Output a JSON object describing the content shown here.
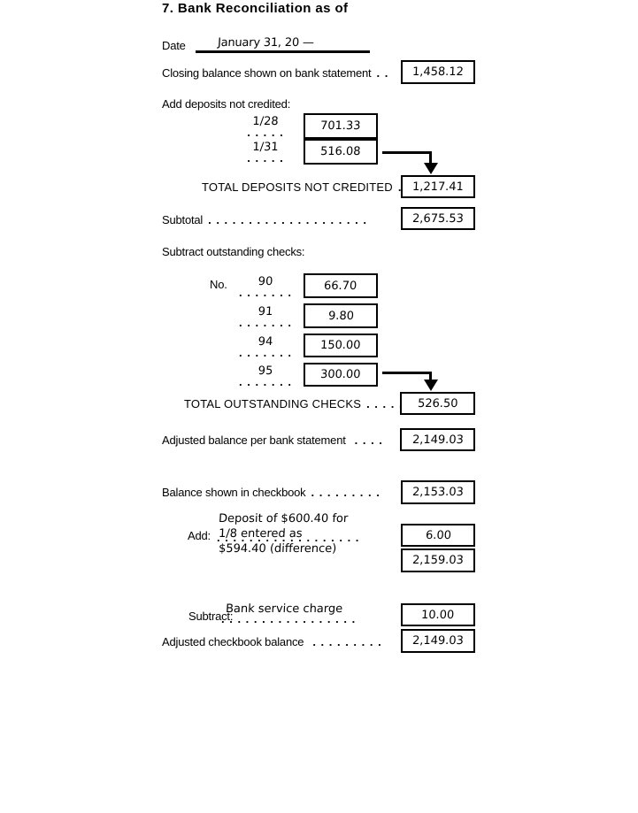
{
  "title": "7. Bank Reconciliation as of",
  "date": {
    "label": "Date",
    "value": "January 31, 20 —"
  },
  "bank_section": {
    "closing_balance": {
      "label": "Closing balance shown on bank statement",
      "dots": ". .",
      "value": "1,458.12"
    },
    "deposits": {
      "heading": "Add deposits not credited:",
      "items": [
        {
          "date": "1/28",
          "dots": ". . . . .",
          "value": "701.33"
        },
        {
          "date": "1/31",
          "dots": ". . . . .",
          "value": "516.08"
        }
      ],
      "total": {
        "label": "TOTAL DEPOSITS NOT CREDITED",
        "dots": ". .",
        "value": "1,217.41"
      }
    },
    "subtotal": {
      "label": "Subtotal",
      "dots": ". . . . . . . . . . . . . . . . . . . .",
      "value": "2,675.53"
    },
    "checks": {
      "heading": "Subtract outstanding checks:",
      "no_label": "No.",
      "items": [
        {
          "number": "90",
          "dots": ". . . . . . .",
          "value": "66.70"
        },
        {
          "number": "91",
          "dots": ". . . . . . .",
          "value": "9.80"
        },
        {
          "number": "94",
          "dots": ". . . . . . .",
          "value": "150.00"
        },
        {
          "number": "95",
          "dots": ". . . . . . .",
          "value": "300.00"
        }
      ],
      "total": {
        "label": "TOTAL OUTSTANDING CHECKS",
        "dots": ". . . . .",
        "value": "526.50"
      }
    },
    "adjusted_balance": {
      "label": "Adjusted balance per bank statement",
      "dots": ". . . .",
      "value": "2,149.03"
    }
  },
  "checkbook_section": {
    "balance": {
      "label": "Balance shown in checkbook",
      "dots": ". . . . . . . . .",
      "value": "2,153.03"
    },
    "add": {
      "label": "Add:",
      "note_line1": "Deposit of $600.40 for",
      "note_line2": "1/8 entered as",
      "note_line3": "$594.40 (difference)",
      "dots": ". . . . . . . . . . . . . . . . . .",
      "value": "6.00",
      "new_balance": "2,159.03"
    },
    "subtract": {
      "label": "Subtract:",
      "note": "Bank service charge",
      "dots": ". . . . . . . . . . . . . . . . .",
      "value": "10.00"
    },
    "adjusted": {
      "label": "Adjusted checkbook balance",
      "dots": ". . . . . . . . .",
      "value": "2,149.03"
    }
  }
}
